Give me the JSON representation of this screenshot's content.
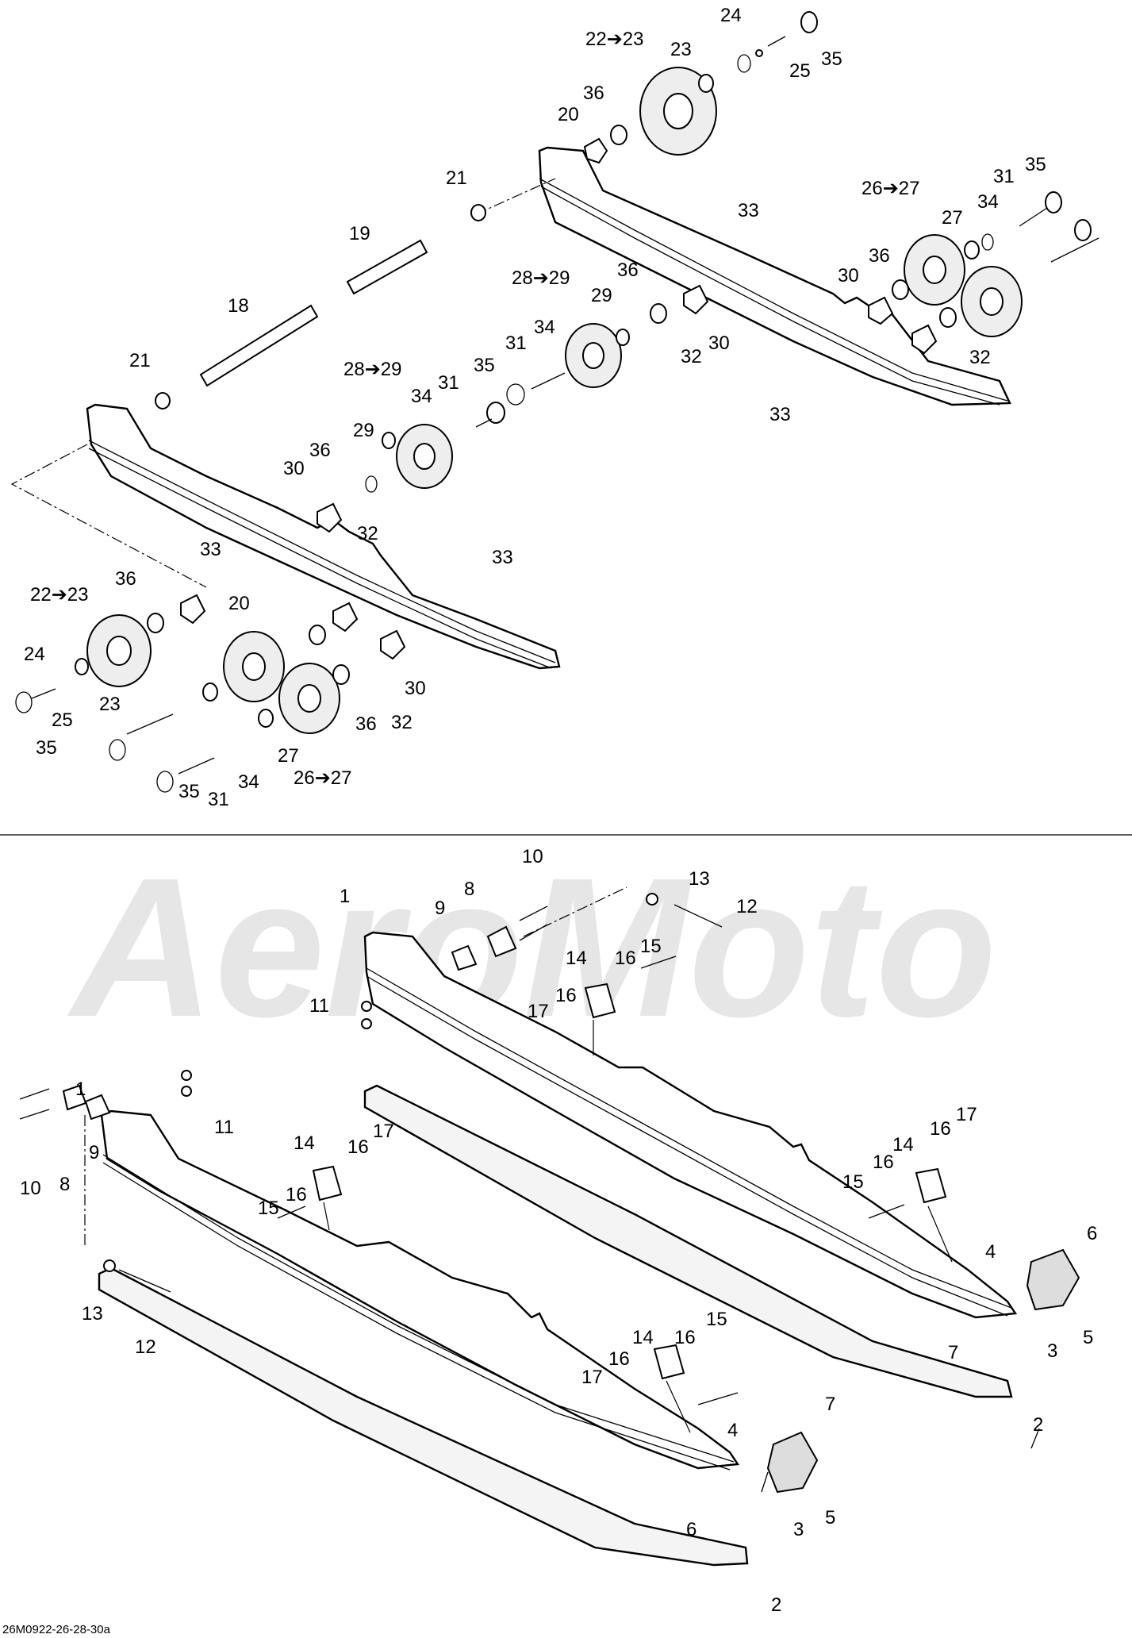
{
  "diagram_code": "26M0922-26-28-30a",
  "watermark": "AeroMoto",
  "colors": {
    "line": "#000000",
    "watermark": "#e6e6e6",
    "background": "#ffffff"
  },
  "labels": {
    "l22_23_top": "22➔23",
    "l24_top": "24",
    "l23_top": "23",
    "l25_top": "25",
    "l35_top": "35",
    "l36_top": "36",
    "l20_top": "20",
    "l21_top": "21",
    "l19": "19",
    "l18": "18",
    "l21_left": "21",
    "l26_27_top": "26➔27",
    "l31_r": "31",
    "l35_r": "35",
    "l34_r": "34",
    "l27_r": "27",
    "l36_r": "36",
    "l30_r": "30",
    "l32_r": "32",
    "l33_r1": "33",
    "l33_r2": "33",
    "l28_29_mid": "28➔29",
    "l36_mid": "36",
    "l29_mid": "29",
    "l34_mid": "34",
    "l31_mid": "31",
    "l30_mid": "30",
    "l32_mid": "32",
    "l28_29_left": "28➔29",
    "l35_left": "35",
    "l31_left": "31",
    "l34_left": "34",
    "l29_left": "29",
    "l36_left": "36",
    "l30_left": "30",
    "l32_left": "32",
    "l33_left": "33",
    "l33_mid": "33",
    "l22_23_bl": "22➔23",
    "l36_bl": "36",
    "l20_bl": "20",
    "l24_bl": "24",
    "l23_bl": "23",
    "l25_bl": "25",
    "l35_bl": "35",
    "l30_bl": "30",
    "l32_bl": "32",
    "l36_bl2": "36",
    "l27_bl": "27",
    "l34_bl": "34",
    "l26_27_bl": "26➔27",
    "l31_bl": "31",
    "l35_bl2": "35",
    "b10_top": "10",
    "b13_top": "13",
    "b8_top": "8",
    "b12_top": "12",
    "b1_top": "1",
    "b9_top": "9",
    "b14_top": "14",
    "b16_top": "16",
    "b15_top": "15",
    "b11_top": "11",
    "b17_top": "17",
    "b1_left": "1",
    "b11_left": "11",
    "b14_left": "14",
    "b16_left": "16",
    "b17_left": "17",
    "b10_left": "10",
    "b8_left": "8",
    "b9_left": "9",
    "b15_left": "15",
    "b16_left2": "16",
    "b13_left": "13",
    "b12_left": "12",
    "b14_r": "14",
    "b16_r": "16",
    "b17_r": "17",
    "b15_r": "15",
    "b16_r2": "16",
    "b6_r": "6",
    "b4_r": "4",
    "b7_r": "7",
    "b3_r": "3",
    "b5_r": "5",
    "b2_r": "2",
    "b14_m": "14",
    "b16_m": "16",
    "b15_m": "15",
    "b17_m": "17",
    "b16_m2": "16",
    "b7_m": "7",
    "b4_m": "4",
    "b3_m": "3",
    "b5_m": "5",
    "b6_m": "6",
    "b2_m": "2"
  }
}
